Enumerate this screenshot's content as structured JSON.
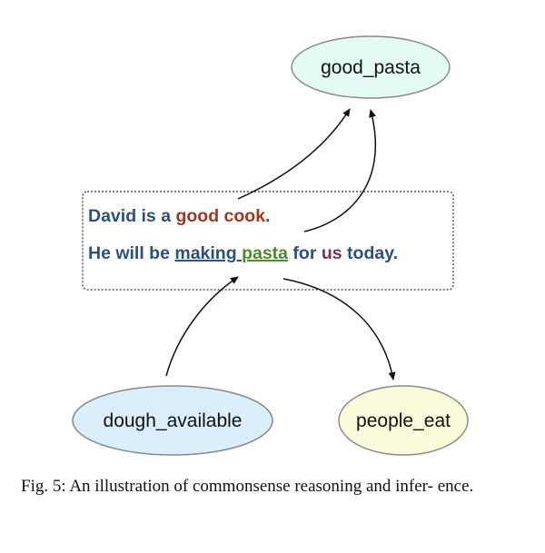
{
  "nodes": {
    "good_pasta": {
      "label": "good_pasta",
      "fill": "#e3faf5"
    },
    "dough_available": {
      "label": "dough_available",
      "fill": "#dbeefb"
    },
    "people_eat": {
      "label": "people_eat",
      "fill": "#fbfbdc"
    }
  },
  "sentences": {
    "line1": {
      "part1": "David is a ",
      "part2": "good cook",
      "part3": "."
    },
    "line2": {
      "part1": "He will be ",
      "part2": "making",
      "part3": " ",
      "part4": "pasta",
      "part5": " for ",
      "part6": "us",
      "part7": " today."
    }
  },
  "colors": {
    "text_blue": "#2b5079",
    "text_red": "#a33620",
    "text_green": "#4a8a2a",
    "text_purple": "#7a2f60"
  },
  "caption": "Fig. 5: An illustration of commonsense reasoning and infer- ence."
}
